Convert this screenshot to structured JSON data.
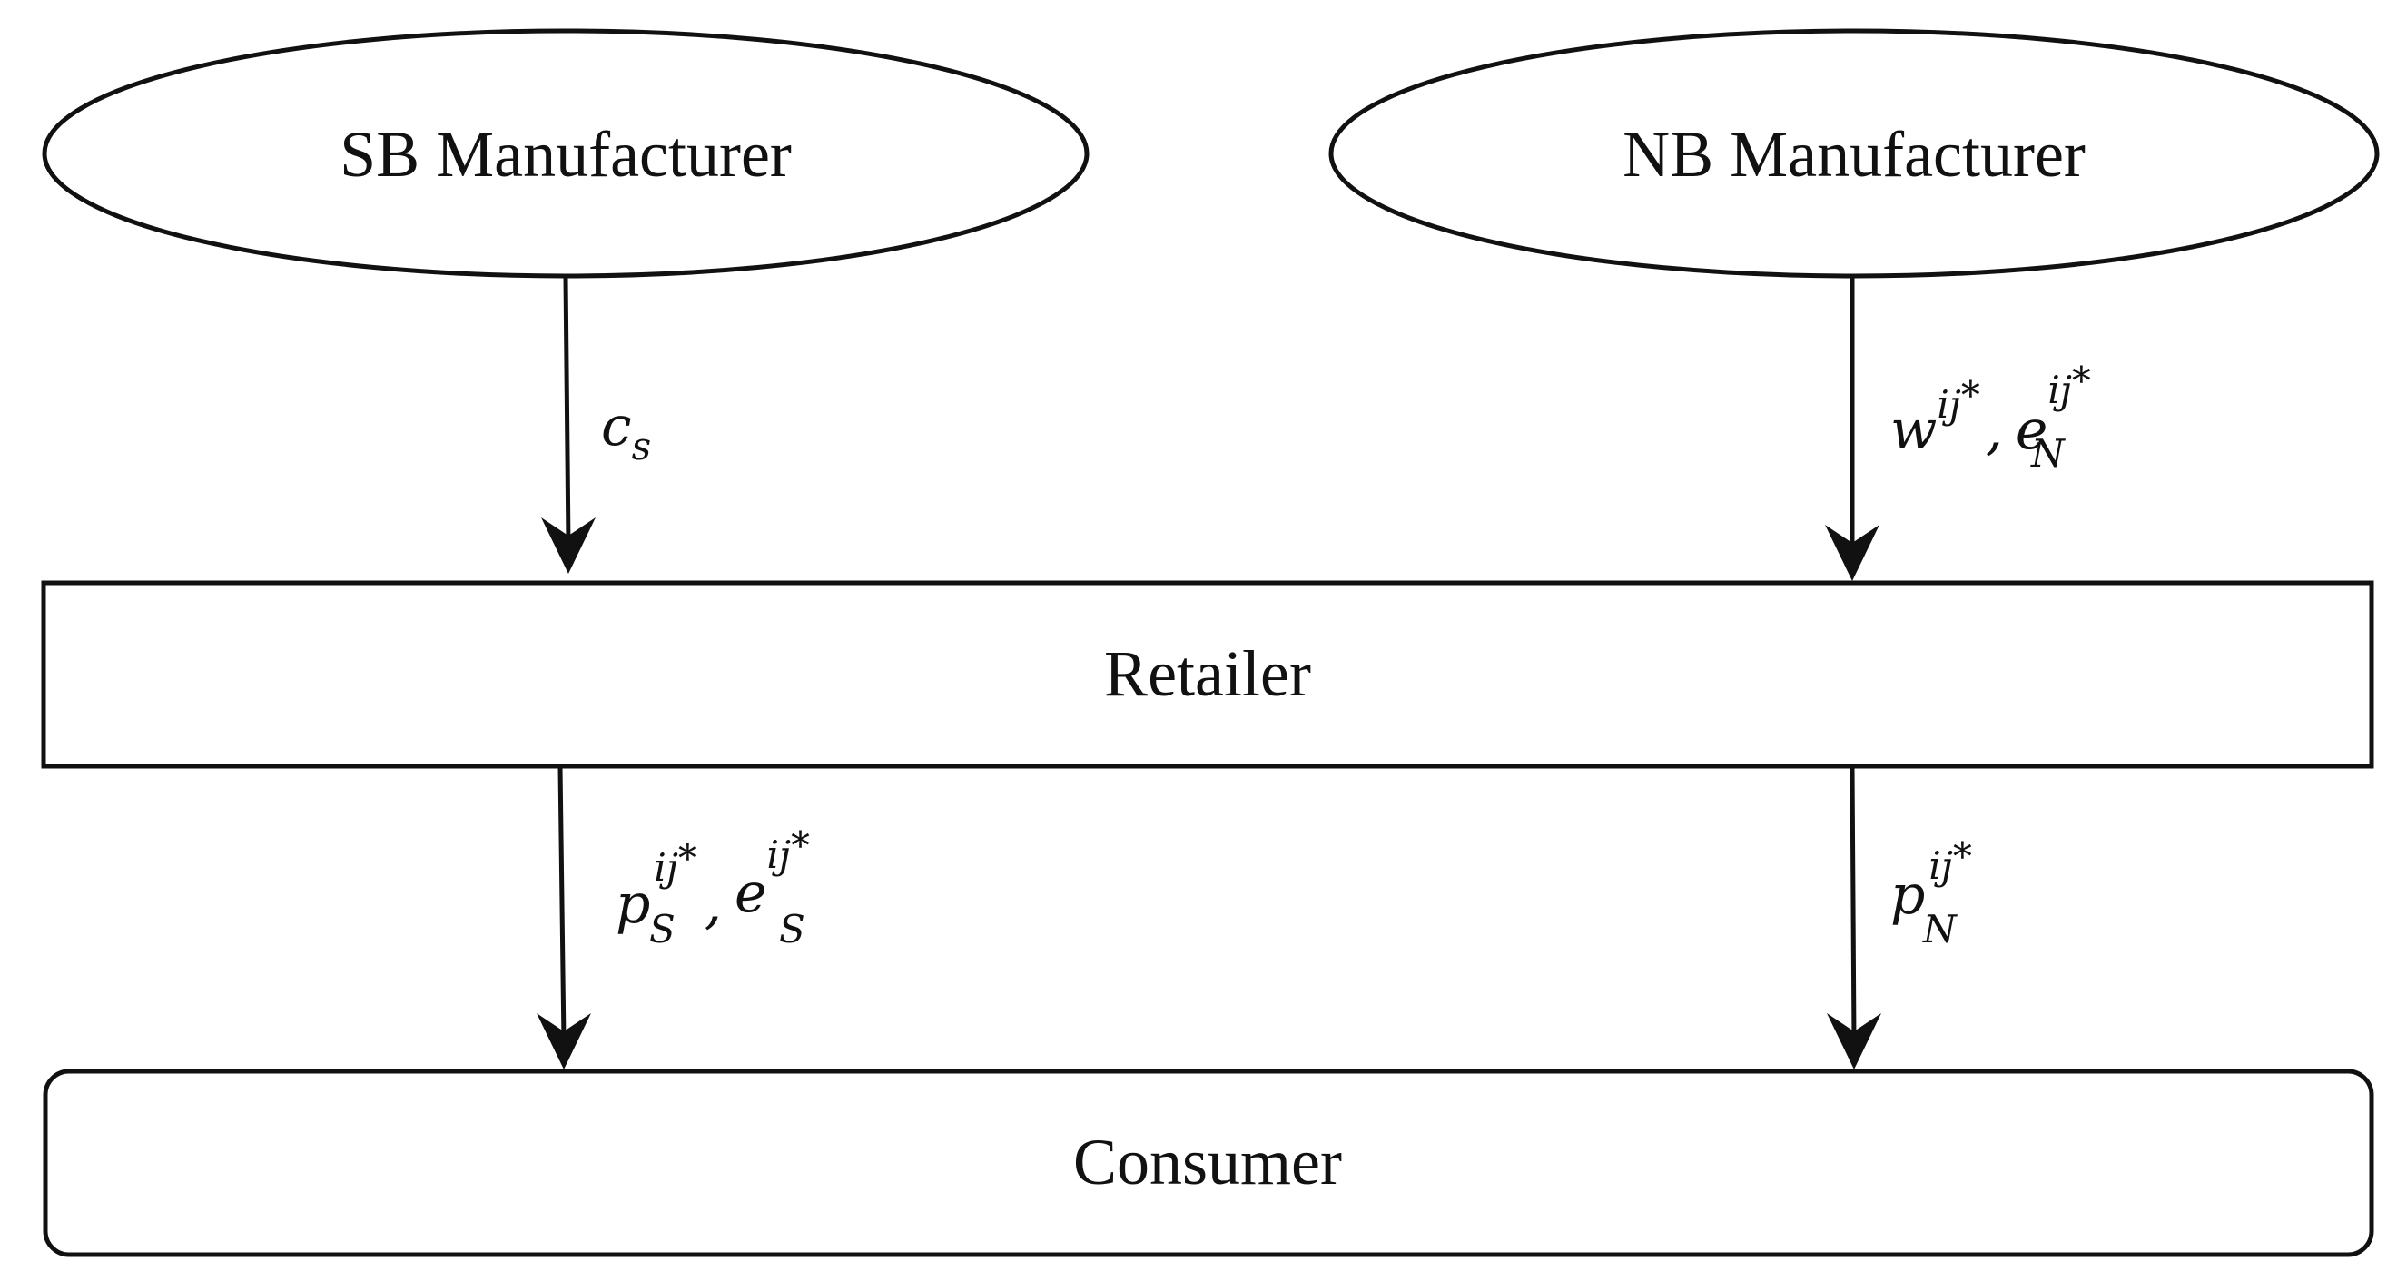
{
  "nodes": {
    "sb_manufacturer": "SB Manufacturer",
    "nb_manufacturer": "NB Manufacturer",
    "retailer": "Retailer",
    "consumer": "Consumer"
  },
  "edges": {
    "sb_to_retailer": {
      "var": "c",
      "sub": "s"
    },
    "nb_to_retailer": {
      "v1": "w",
      "v1_sup": "ij",
      "v1_star": "*",
      "sep": ",",
      "v2": "e",
      "v2_sup": "ij",
      "v2_star": "*",
      "v2_sub": "N"
    },
    "retailer_to_consumer_s": {
      "v1": "p",
      "v1_sup": "ij",
      "v1_star": "*",
      "v1_sub": "S",
      "sep": ",",
      "v2": "e",
      "v2_sup": "ij",
      "v2_star": "*",
      "v2_sub": "S"
    },
    "retailer_to_consumer_n": {
      "v1": "p",
      "v1_sup": "ij",
      "v1_star": "*",
      "v1_sub": "N"
    }
  }
}
